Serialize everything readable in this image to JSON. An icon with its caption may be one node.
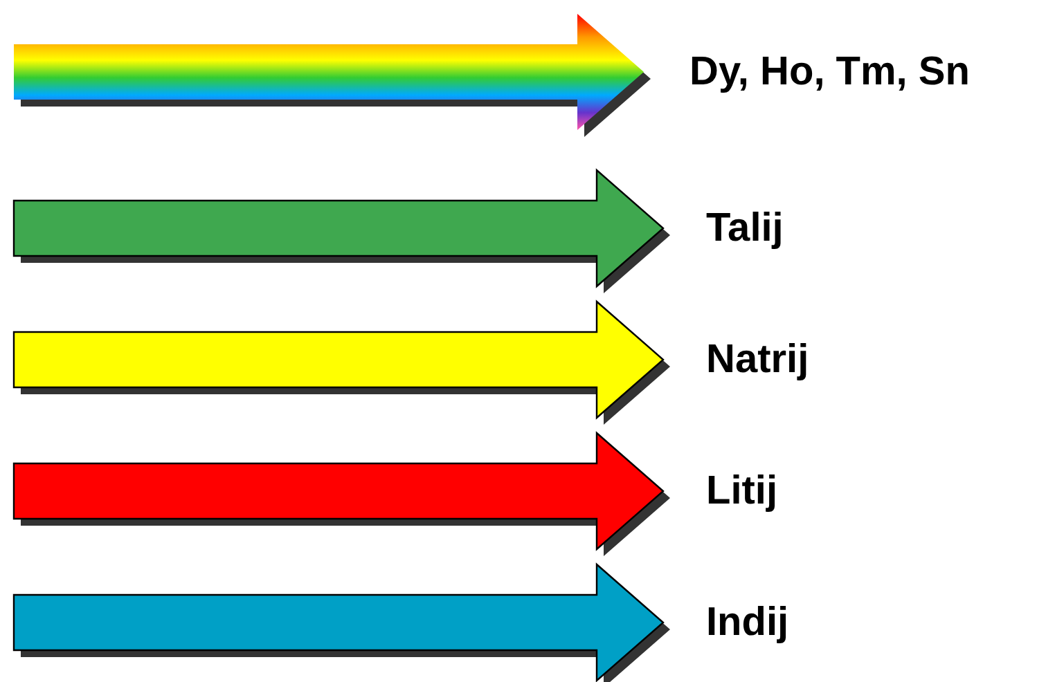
{
  "diagram": {
    "nodes": [
      {
        "text": [
          "Dy, Ho, Tm, Sn"
        ]
      },
      {
        "text": [
          "Talij"
        ]
      },
      {
        "text": [
          "Natrij"
        ]
      },
      {
        "text": [
          "Litij"
        ]
      },
      {
        "text": [
          "Indij"
        ]
      }
    ],
    "edges": [
      {
        "from": null,
        "to": 0,
        "arrow": "to",
        "style": "thick"
      },
      {
        "from": null,
        "to": 1,
        "arrow": "to",
        "style": "thick",
        "color": "#3fa84f"
      },
      {
        "from": null,
        "to": 2,
        "arrow": "to",
        "style": "thick",
        "color": "#ffff00"
      },
      {
        "from": null,
        "to": 3,
        "arrow": "to",
        "style": "thick",
        "color": "#ff0000"
      },
      {
        "from": null,
        "to": 4,
        "arrow": "to",
        "style": "thick",
        "color": "#00a0c6"
      }
    ]
  }
}
